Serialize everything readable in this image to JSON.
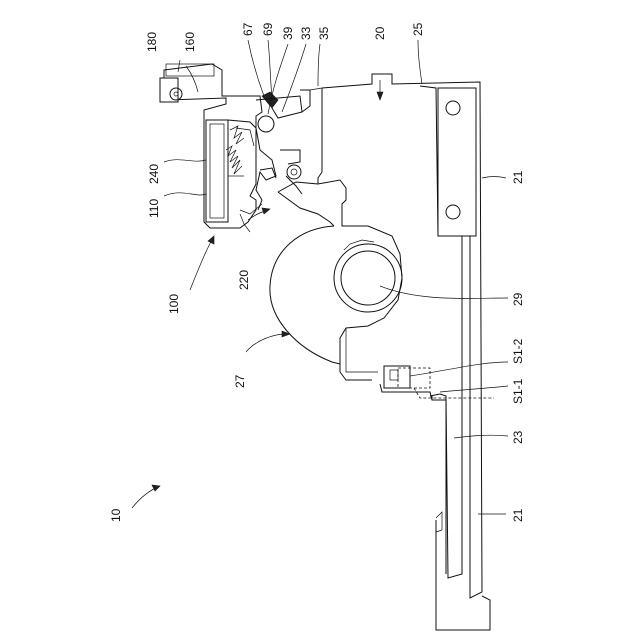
{
  "labels": {
    "l10": "10",
    "l100": "100",
    "l110": "110",
    "l160": "160",
    "l180": "180",
    "l20": "20",
    "l21a": "21",
    "l21b": "21",
    "l23": "23",
    "l25": "25",
    "l27": "27",
    "l29": "29",
    "l33": "33",
    "l35": "35",
    "l39": "39",
    "l67": "67",
    "l69": "69",
    "l220": "220",
    "l240": "240",
    "ls11": "S1-1",
    "ls12": "S1-2"
  }
}
